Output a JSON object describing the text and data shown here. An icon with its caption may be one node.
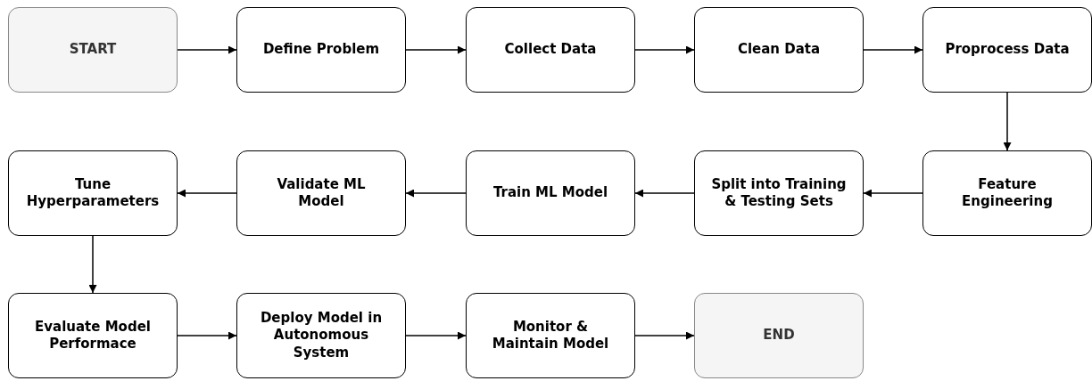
{
  "diagram": {
    "nodes": [
      {
        "text": [
          "START"
        ]
      },
      {
        "text": [
          "Define Problem"
        ]
      },
      {
        "text": [
          "Collect Data"
        ]
      },
      {
        "text": [
          "Clean Data"
        ]
      },
      {
        "text": [
          "Proprocess Data"
        ]
      },
      {
        "text": [
          "Feature Engineering"
        ]
      },
      {
        "text": [
          "Split into Training & Testing Sets"
        ]
      },
      {
        "text": [
          "Train ML Model"
        ]
      },
      {
        "text": [
          "Validate ML Model"
        ]
      },
      {
        "text": [
          "Tune Hyperparameters"
        ]
      },
      {
        "text": [
          "Evaluate Model Performace"
        ]
      },
      {
        "text": [
          "Deploy Model in Autonomous System"
        ]
      },
      {
        "text": [
          "Monitor & Maintain Model"
        ]
      },
      {
        "text": [
          "END"
        ]
      }
    ],
    "edges": [
      {
        "from": 0,
        "to": 1,
        "arrow": "to"
      },
      {
        "from": 1,
        "to": 2,
        "arrow": "to"
      },
      {
        "from": 2,
        "to": 3,
        "arrow": "to"
      },
      {
        "from": 3,
        "to": 4,
        "arrow": "to"
      },
      {
        "from": 4,
        "to": 5,
        "arrow": "to"
      },
      {
        "from": 5,
        "to": 6,
        "arrow": "to"
      },
      {
        "from": 6,
        "to": 7,
        "arrow": "to"
      },
      {
        "from": 7,
        "to": 8,
        "arrow": "to"
      },
      {
        "from": 8,
        "to": 9,
        "arrow": "to"
      },
      {
        "from": 9,
        "to": 10,
        "arrow": "to"
      },
      {
        "from": 10,
        "to": 11,
        "arrow": "to"
      },
      {
        "from": 11,
        "to": 12,
        "arrow": "to"
      },
      {
        "from": 12,
        "to": 13,
        "arrow": "to"
      }
    ]
  }
}
